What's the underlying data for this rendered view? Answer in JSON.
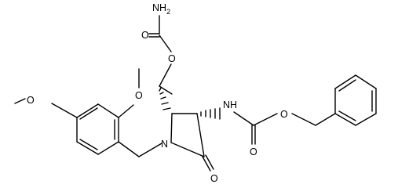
{
  "diagram": {
    "type": "chemical-structure",
    "atom_labels": {
      "nh2": "NH",
      "nh2_subscript": "2",
      "o_carbamate_carbonyl": "O",
      "o_carbamate_ester": "O",
      "o_methoxy_top": "O",
      "o_methoxy_left": "O",
      "n_ring": "N",
      "o_lactam": "O",
      "nh_amide": "NH",
      "o_cbz_carbonyl": "O",
      "o_cbz_ester": "O"
    },
    "colors": {
      "bond": "#000000",
      "label": "#000000",
      "background": "#ffffff"
    }
  }
}
